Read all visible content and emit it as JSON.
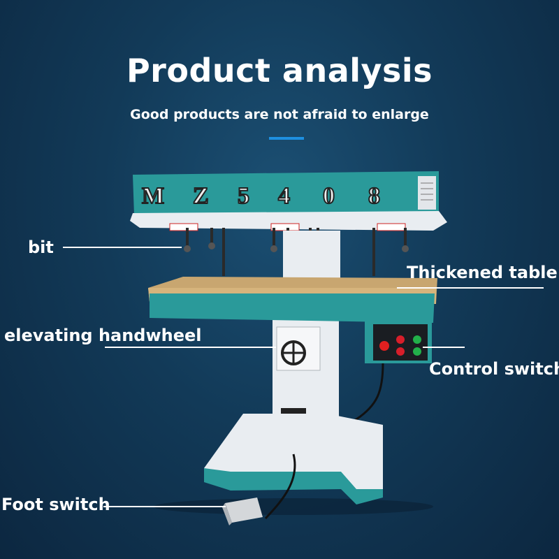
{
  "header": {
    "title": "Product analysis",
    "subtitle": "Good products are not afraid to enlarge"
  },
  "machine": {
    "model_letters": [
      "M",
      "Z",
      "5",
      "4",
      "0",
      "8"
    ],
    "body_color": "#2a9a9a",
    "base_color": "#eef1f4",
    "table_color": "#c8a670"
  },
  "callouts": {
    "bit": "bit",
    "thickened_table": "Thickened table",
    "elevating_handwheel": "elevating handwheel",
    "control_switch": "Control switch",
    "foot_switch": "Foot switch"
  },
  "colors": {
    "accent": "#1e8fe0",
    "text": "#ffffff"
  }
}
